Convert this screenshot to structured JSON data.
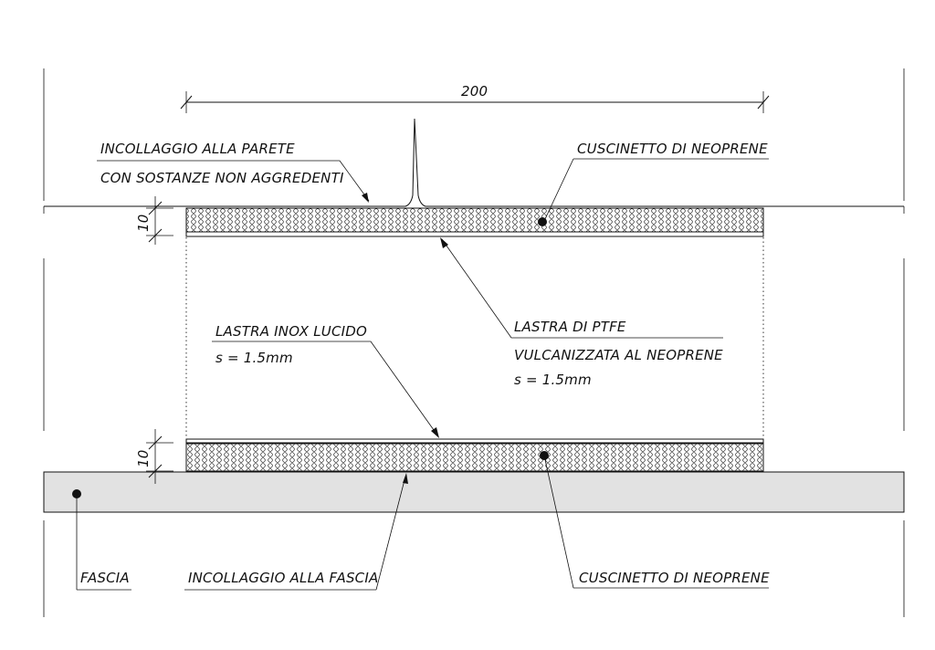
{
  "dimensions": {
    "width_label": "200",
    "pad_top_thickness": "10",
    "pad_bottom_thickness": "10"
  },
  "labels": {
    "glue_wall_line1": "INCOLLAGGIO ALLA PARETE",
    "glue_wall_line2": "CON SOSTANZE NON AGGREDENTI",
    "pad_top": "CUSCINETTO DI NEOPRENE",
    "steel_plate_line1": "LASTRA INOX LUCIDO",
    "steel_plate_line2": "s = 1.5mm",
    "ptfe_line1": "LASTRA DI PTFE",
    "ptfe_line2": "VULCANIZZATA AL NEOPRENE",
    "ptfe_line3": "s = 1.5mm",
    "fascia": "FASCIA",
    "glue_fascia": "INCOLLAGGIO ALLA FASCIA",
    "pad_bottom": "CUSCINETTO DI NEOPRENE"
  },
  "colors": {
    "line": "#111111",
    "fascia_fill": "#e2e2e2",
    "pad_fill": "#ffffff"
  }
}
